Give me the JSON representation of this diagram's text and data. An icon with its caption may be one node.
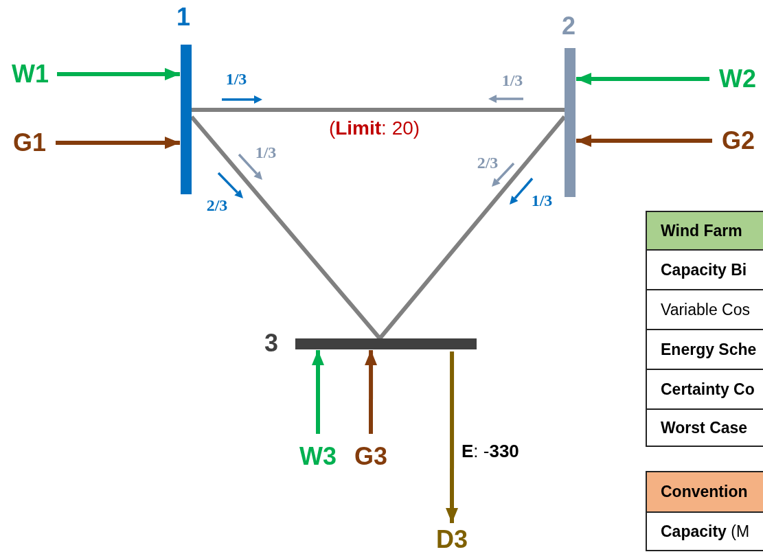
{
  "diagram": {
    "nodes": [
      {
        "text": [
          "1"
        ]
      },
      {
        "text": [
          "2"
        ]
      },
      {
        "text": [
          "3"
        ]
      },
      {
        "text": [
          "W1"
        ]
      },
      {
        "text": [
          "G1"
        ]
      },
      {
        "text": [
          "W2"
        ]
      },
      {
        "text": [
          "G2"
        ]
      },
      {
        "text": [
          "W3"
        ]
      },
      {
        "text": [
          "G3"
        ]
      },
      {
        "text": [
          "D3"
        ]
      }
    ],
    "edges": [
      {
        "from": 0,
        "to": 1,
        "arrow": "none",
        "color": "#808080",
        "label": "(**Limit**: 20)"
      },
      {
        "from": 0,
        "to": 2,
        "arrow": "none",
        "color": "#808080"
      },
      {
        "from": 1,
        "to": 2,
        "arrow": "none",
        "color": "#808080"
      },
      {
        "from": 3,
        "to": 0,
        "arrow": "to",
        "color": "#00b050"
      },
      {
        "from": 4,
        "to": 0,
        "arrow": "to",
        "color": "#843c0c"
      },
      {
        "from": 5,
        "to": 1,
        "arrow": "to",
        "color": "#00b050"
      },
      {
        "from": 6,
        "to": 1,
        "arrow": "to",
        "color": "#843c0c"
      },
      {
        "from": 7,
        "to": 2,
        "arrow": "to",
        "color": "#00b050"
      },
      {
        "from": 8,
        "to": 2,
        "arrow": "to",
        "color": "#843c0c"
      },
      {
        "from": 2,
        "to": 9,
        "arrow": "to",
        "color": "#7f6000",
        "label": "**E**: -**330**"
      }
    ],
    "labels": [
      "1/3",
      "1/3",
      "1/3",
      "2/3",
      "2/3",
      "1/3",
      "Wind Farm",
      "Capacity Bi",
      "Variable Cos",
      "Energy Sche",
      "Certainty Co",
      "Worst Case",
      "Convention",
      "**Capacity** (M"
    ]
  }
}
